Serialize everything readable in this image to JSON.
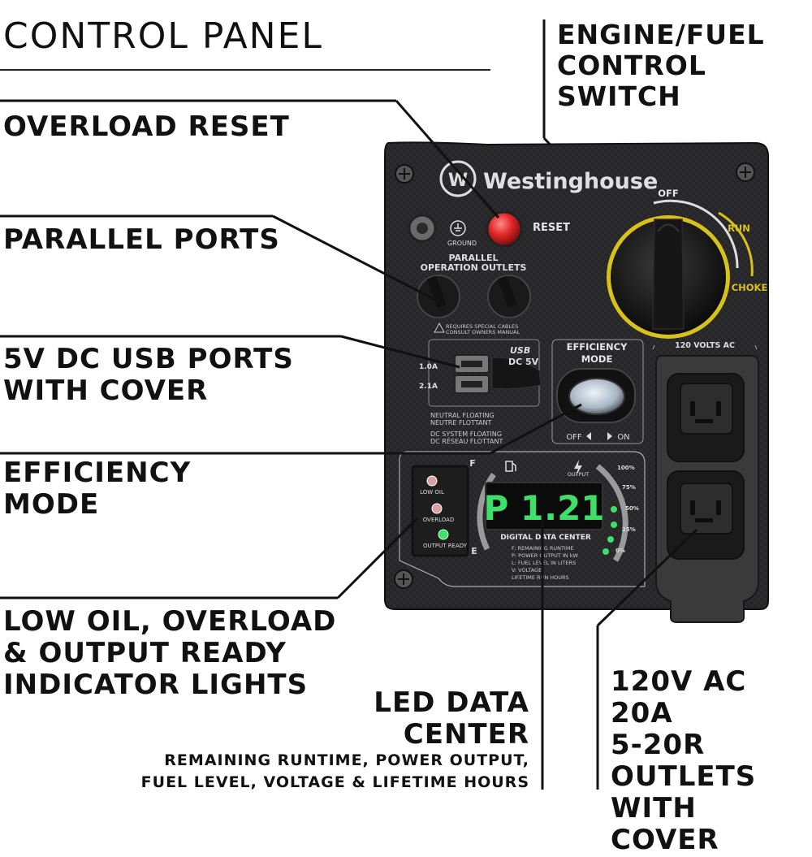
{
  "title": "CONTROL PANEL",
  "callouts": {
    "engine_fuel": "ENGINE/FUEL\nCONTROL\nSWITCH",
    "overload_reset": "OVERLOAD RESET",
    "parallel_ports": "PARALLEL PORTS",
    "usb_ports": "5V DC USB PORTS\nWITH COVER",
    "efficiency_mode": "EFFICIENCY\nMODE",
    "indicator_lights": "LOW OIL, OVERLOAD\n& OUTPUT READY\nINDICATOR LIGHTS",
    "led_data_center": "LED DATA\nCENTER",
    "led_data_center_sub1": "REMAINING RUNTIME, POWER OUTPUT,",
    "led_data_center_sub2": "FUEL LEVEL, VOLTAGE & LIFETIME HOURS",
    "outlets": "120V AC 20A\n5-20R\nOUTLETS\nWITH COVER"
  },
  "panel": {
    "brand": "Westinghouse",
    "reset_label": "RESET",
    "ground_label": "GROUND",
    "parallel_label_1": "PARALLEL",
    "parallel_label_2": "OPERATION OUTLETS",
    "requires_1": "REQUIRES SPECIAL CABLES",
    "requires_2": "CONSULT OWNERS MANUAL",
    "usb_logo": "USB",
    "usb_dc": "DC 5V",
    "usb_1a": "1.0A",
    "usb_2a": "2.1A",
    "neutral_1": "NEUTRAL FLOATING",
    "neutral_2": "NEUTRE FLOTTANT",
    "dc_system_1": "DC SYSTEM FLOATING",
    "dc_system_2": "DC RÉSEAU FLOTTANT",
    "efficiency_1": "EFFICIENCY",
    "efficiency_2": "MODE",
    "eff_off": "OFF",
    "eff_on": "ON",
    "switch_off": "OFF",
    "switch_run": "RUN",
    "switch_choke": "CHOKE",
    "volts_label": "120 VOLTS AC",
    "low_oil": "LOW OIL",
    "overload": "OVERLOAD",
    "output_ready": "OUTPUT READY",
    "fuel_f": "F",
    "fuel_e": "E",
    "output_label": "OUTPUT",
    "pct_100": "100%",
    "pct_75": "75%",
    "pct_50": "50%",
    "pct_25": "25%",
    "pct_0": "0%",
    "lcd_value": "P 1.21",
    "ddc_title": "DIGITAL DATA CENTER",
    "ddc_lines": [
      "F: REMAINING RUNTIME",
      "P: POWER OUTPUT IN kW",
      "L: FUEL LEVEL IN LITERS",
      "V: VOLTAGE",
      "LIFETIME RUN HOURS"
    ]
  },
  "colors": {
    "panel": "#2b2b2d",
    "led_green": "#3ee06a",
    "reset_red": "#e02828",
    "switch_yellow": "#d8c11a"
  }
}
